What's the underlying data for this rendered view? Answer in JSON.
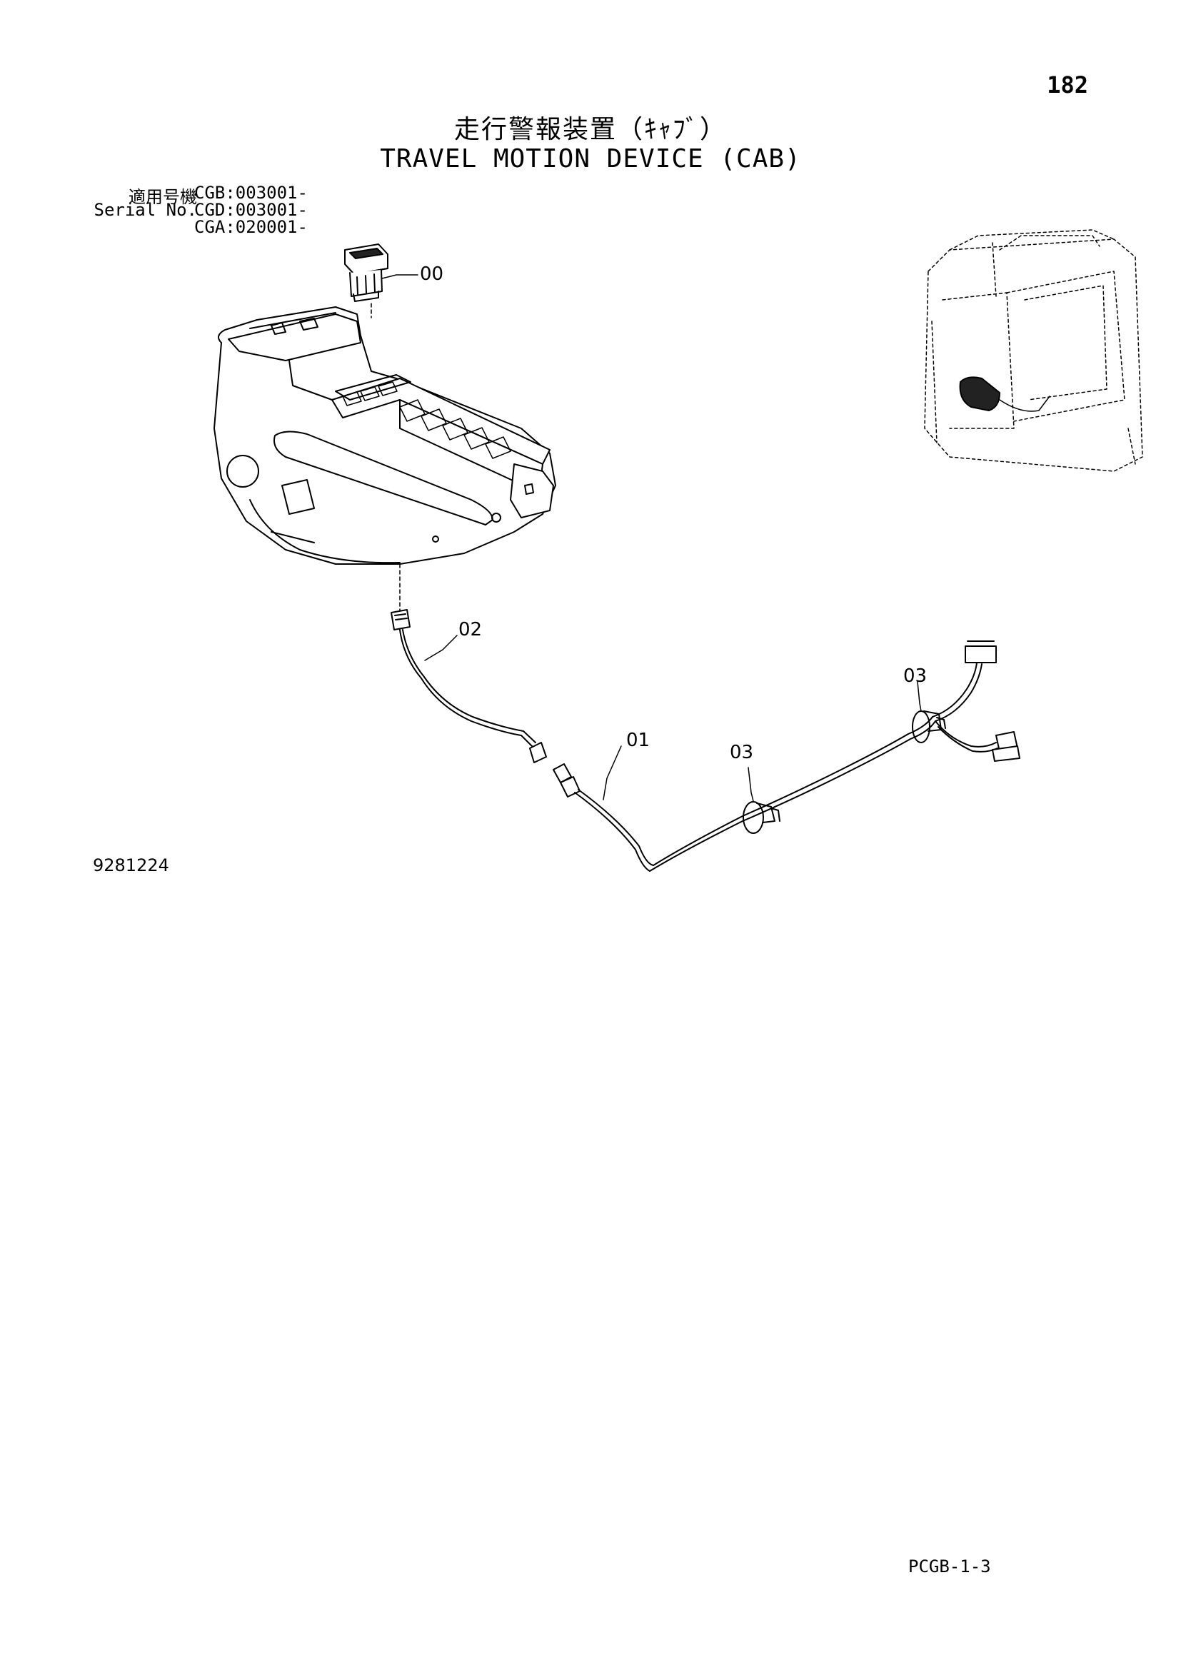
{
  "page": {
    "number": "182",
    "title_jp": "走行警報装置（ｷｬﾌﾞ）",
    "title_en": "TRAVEL MOTION DEVICE (CAB)",
    "serial_label_jp": "適用号機",
    "serial_label_en": "Serial No.",
    "serials": [
      "CGB:003001-",
      "CGD:003001-",
      "CGA:020001-"
    ],
    "drawing_number": "9281224",
    "footer_code": "PCGB-1-3"
  },
  "callouts": [
    {
      "id": "switch",
      "label": "00"
    },
    {
      "id": "harness-02",
      "label": "02"
    },
    {
      "id": "harness-01",
      "label": "01"
    },
    {
      "id": "clamp-left",
      "label": "03"
    },
    {
      "id": "clamp-right",
      "label": "03"
    }
  ]
}
